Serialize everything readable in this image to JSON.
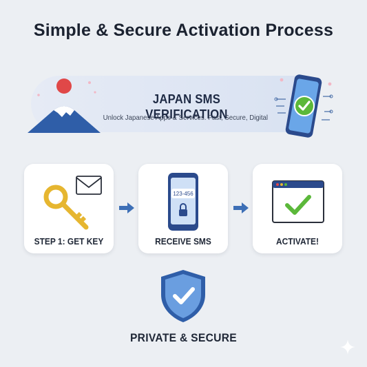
{
  "title": "Simple & Secure Activation Process",
  "banner": {
    "title": "JAPAN SMS VERIFICATION",
    "subtitle": "Unlock Japanese Apps & Services. Fast, Secure, Digital"
  },
  "steps": [
    {
      "label": "STEP 1: GET KEY",
      "icon": "key-envelope-icon"
    },
    {
      "label": "RECEIVE SMS",
      "icon": "phone-code-icon",
      "code": "123-456"
    },
    {
      "label": "ACTIVATE!",
      "icon": "browser-check-icon"
    }
  ],
  "footer": {
    "label": "PRIVATE & SECURE",
    "icon": "shield-check-icon"
  },
  "colors": {
    "accent_blue": "#3d6fb6",
    "check_green": "#5bb83a",
    "key_gold": "#e6b630",
    "sun_red": "#e04848"
  }
}
